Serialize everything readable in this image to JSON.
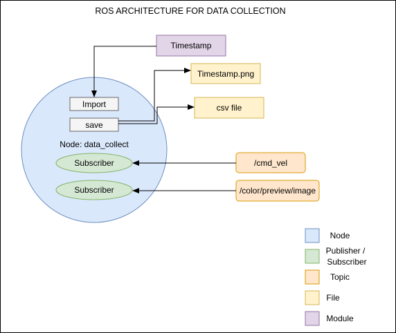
{
  "title": "ROS ARCHITECTURE FOR DATA COLLECTION",
  "colors": {
    "node": "#dae8fc",
    "node_border": "#6c8ebf",
    "subscriber": "#d5e8d4",
    "subscriber_border": "#82b366",
    "topic": "#ffe6cc",
    "topic_border": "#d79b00",
    "file": "#fff2cc",
    "file_border": "#d6b656",
    "module": "#e1d5e7",
    "module_border": "#9673a6",
    "plain": "#f5f5f5",
    "plain_border": "#666666"
  },
  "node": {
    "label": "Node: data_collect",
    "import_label": "Import",
    "save_label": "save",
    "subscribers": [
      "Subscriber",
      "Subscriber"
    ]
  },
  "module": {
    "label": "Timestamp"
  },
  "files": [
    "Timestamp.png",
    "csv file"
  ],
  "topics": [
    "/cmd_vel",
    "/color/preview/image"
  ],
  "legend": [
    {
      "key": "node",
      "label_lines": [
        "Node"
      ]
    },
    {
      "key": "subscriber",
      "label_lines": [
        "Publisher /",
        "Subscriber"
      ]
    },
    {
      "key": "topic",
      "label_lines": [
        "Topic"
      ]
    },
    {
      "key": "file",
      "label_lines": [
        "File"
      ]
    },
    {
      "key": "module",
      "label_lines": [
        "Module"
      ]
    }
  ]
}
